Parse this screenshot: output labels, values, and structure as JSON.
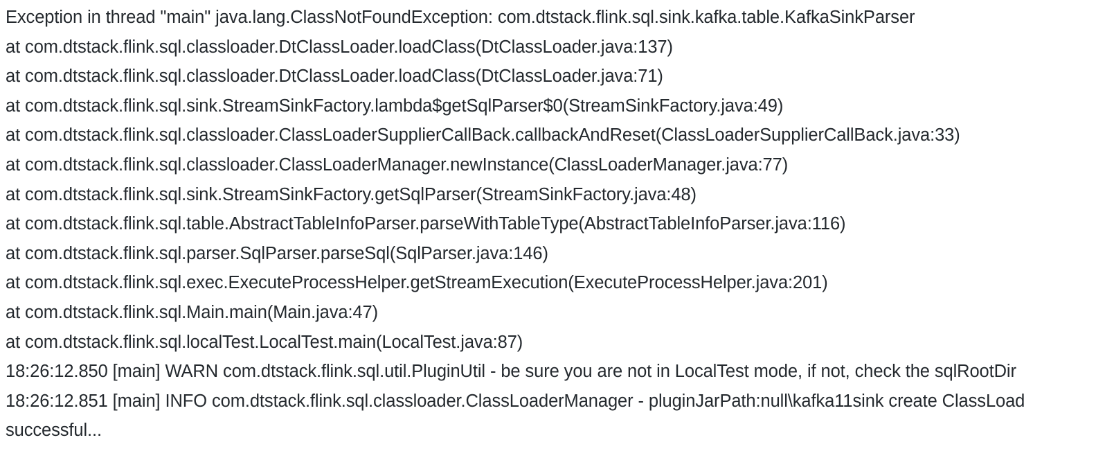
{
  "console": {
    "background_color": "#ffffff",
    "text_color": "#24292e",
    "lines": [
      {
        "id": "exception-header",
        "text": "Exception in thread \"main\" java.lang.ClassNotFoundException: com.dtstack.flink.sql.sink.kafka.table.KafkaSinkParser"
      },
      {
        "id": "stack-frame-1",
        "text": "at com.dtstack.flink.sql.classloader.DtClassLoader.loadClass(DtClassLoader.java:137)"
      },
      {
        "id": "stack-frame-2",
        "text": "at com.dtstack.flink.sql.classloader.DtClassLoader.loadClass(DtClassLoader.java:71)"
      },
      {
        "id": "stack-frame-3",
        "text": "at com.dtstack.flink.sql.sink.StreamSinkFactory.lambda$getSqlParser$0(StreamSinkFactory.java:49)"
      },
      {
        "id": "stack-frame-4",
        "text": "at com.dtstack.flink.sql.classloader.ClassLoaderSupplierCallBack.callbackAndReset(ClassLoaderSupplierCallBack.java:33)"
      },
      {
        "id": "stack-frame-5",
        "text": "at com.dtstack.flink.sql.classloader.ClassLoaderManager.newInstance(ClassLoaderManager.java:77)"
      },
      {
        "id": "stack-frame-6",
        "text": "at com.dtstack.flink.sql.sink.StreamSinkFactory.getSqlParser(StreamSinkFactory.java:48)"
      },
      {
        "id": "stack-frame-7",
        "text": "at com.dtstack.flink.sql.table.AbstractTableInfoParser.parseWithTableType(AbstractTableInfoParser.java:116)"
      },
      {
        "id": "stack-frame-8",
        "text": "at com.dtstack.flink.sql.parser.SqlParser.parseSql(SqlParser.java:146)"
      },
      {
        "id": "stack-frame-9",
        "text": "at com.dtstack.flink.sql.exec.ExecuteProcessHelper.getStreamExecution(ExecuteProcessHelper.java:201)"
      },
      {
        "id": "stack-frame-10",
        "text": "at com.dtstack.flink.sql.Main.main(Main.java:47)"
      },
      {
        "id": "stack-frame-11",
        "text": "at com.dtstack.flink.sql.localTest.LocalTest.main(LocalTest.java:87)"
      },
      {
        "id": "log-warn-pluginutil",
        "text": "18:26:12.850 [main] WARN com.dtstack.flink.sql.util.PluginUtil - be sure you are not in LocalTest mode, if not, check the sqlRootDir"
      },
      {
        "id": "log-info-classloadermanager",
        "text": "18:26:12.851 [main] INFO com.dtstack.flink.sql.classloader.ClassLoaderManager - pluginJarPath:null\\kafka11sink create ClassLoad successful..."
      }
    ]
  }
}
